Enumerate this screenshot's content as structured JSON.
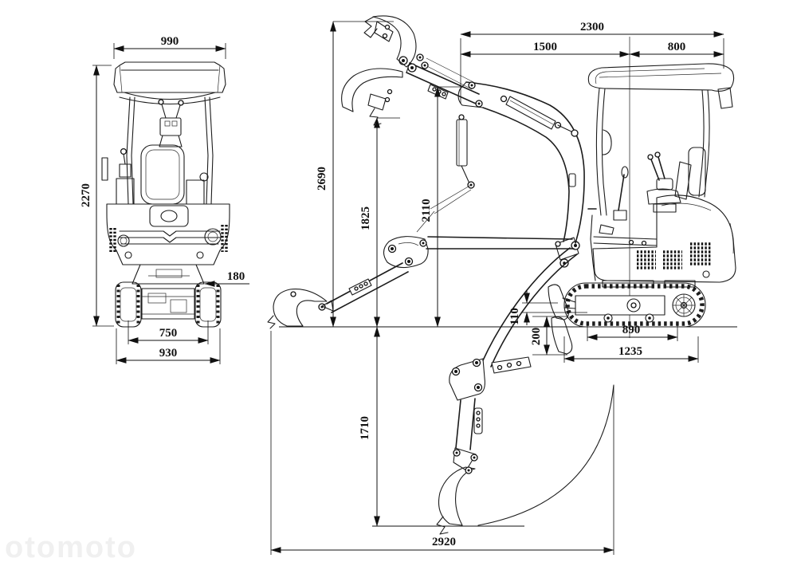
{
  "watermark": "otomoto",
  "colors": {
    "ink": "#1a1a1a",
    "background": "#ffffff",
    "watermark": "#f0f0f0"
  },
  "front_view": {
    "dimensions": {
      "overall_width": "990",
      "overall_height": "2270",
      "rear_offset": "180",
      "track_gauge": "750",
      "undercarriage_width": "930"
    }
  },
  "side_view": {
    "dimensions": {
      "overall_length": "2300",
      "front_length": "1500",
      "rear_length": "800",
      "max_height": "2690",
      "mid_height": "1825",
      "arm_height": "2110",
      "blade_lift": "110",
      "blade_drop": "200",
      "wheelbase": "890",
      "track_length": "1235",
      "dig_depth": "1710",
      "max_reach": "2920"
    }
  }
}
